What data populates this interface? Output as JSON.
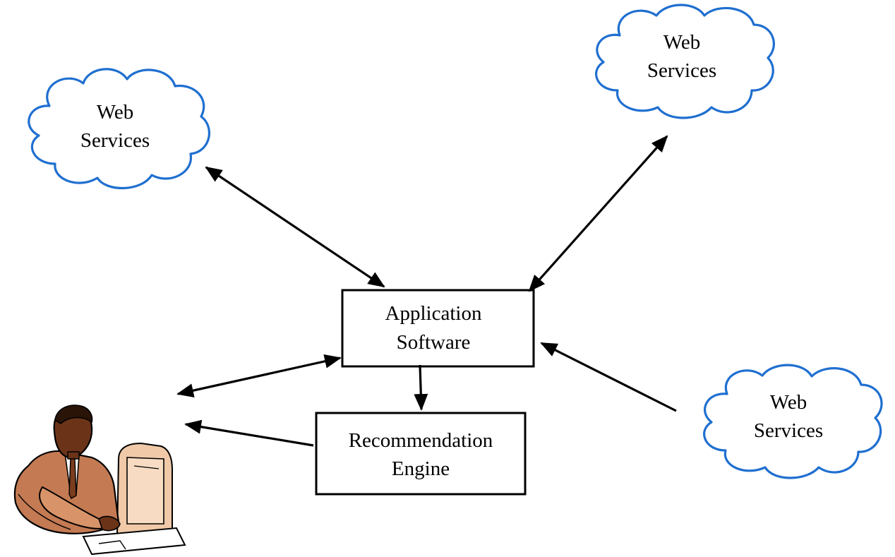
{
  "clouds": [
    {
      "id": "left",
      "line1": "Web",
      "line2": "Services"
    },
    {
      "id": "top-right",
      "line1": "Web",
      "line2": "Services"
    },
    {
      "id": "bottom-right",
      "line1": "Web",
      "line2": "Services"
    }
  ],
  "boxes": {
    "application": {
      "line1": "Application",
      "line2": "Software"
    },
    "recommendation": {
      "line1": "Recommendation",
      "line2": "Engine"
    }
  },
  "colors": {
    "cloud_outline": "#1f6fd0",
    "box_outline": "#000000",
    "arrow": "#000000",
    "person_skin": "#6b3418",
    "person_suit": "#c47a52"
  },
  "icons": {
    "user": "person-at-computer-icon"
  }
}
